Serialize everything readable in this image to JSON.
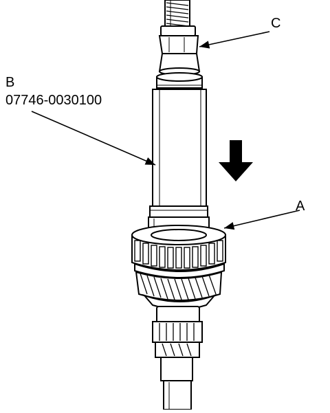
{
  "callouts": {
    "a": {
      "letter": "A"
    },
    "b": {
      "letter": "B",
      "part_number": "07746-0030100"
    },
    "c": {
      "letter": "C"
    }
  },
  "colors": {
    "ink": "#000000",
    "paper": "#ffffff"
  },
  "icons": {
    "direction": "arrow-down-icon"
  }
}
